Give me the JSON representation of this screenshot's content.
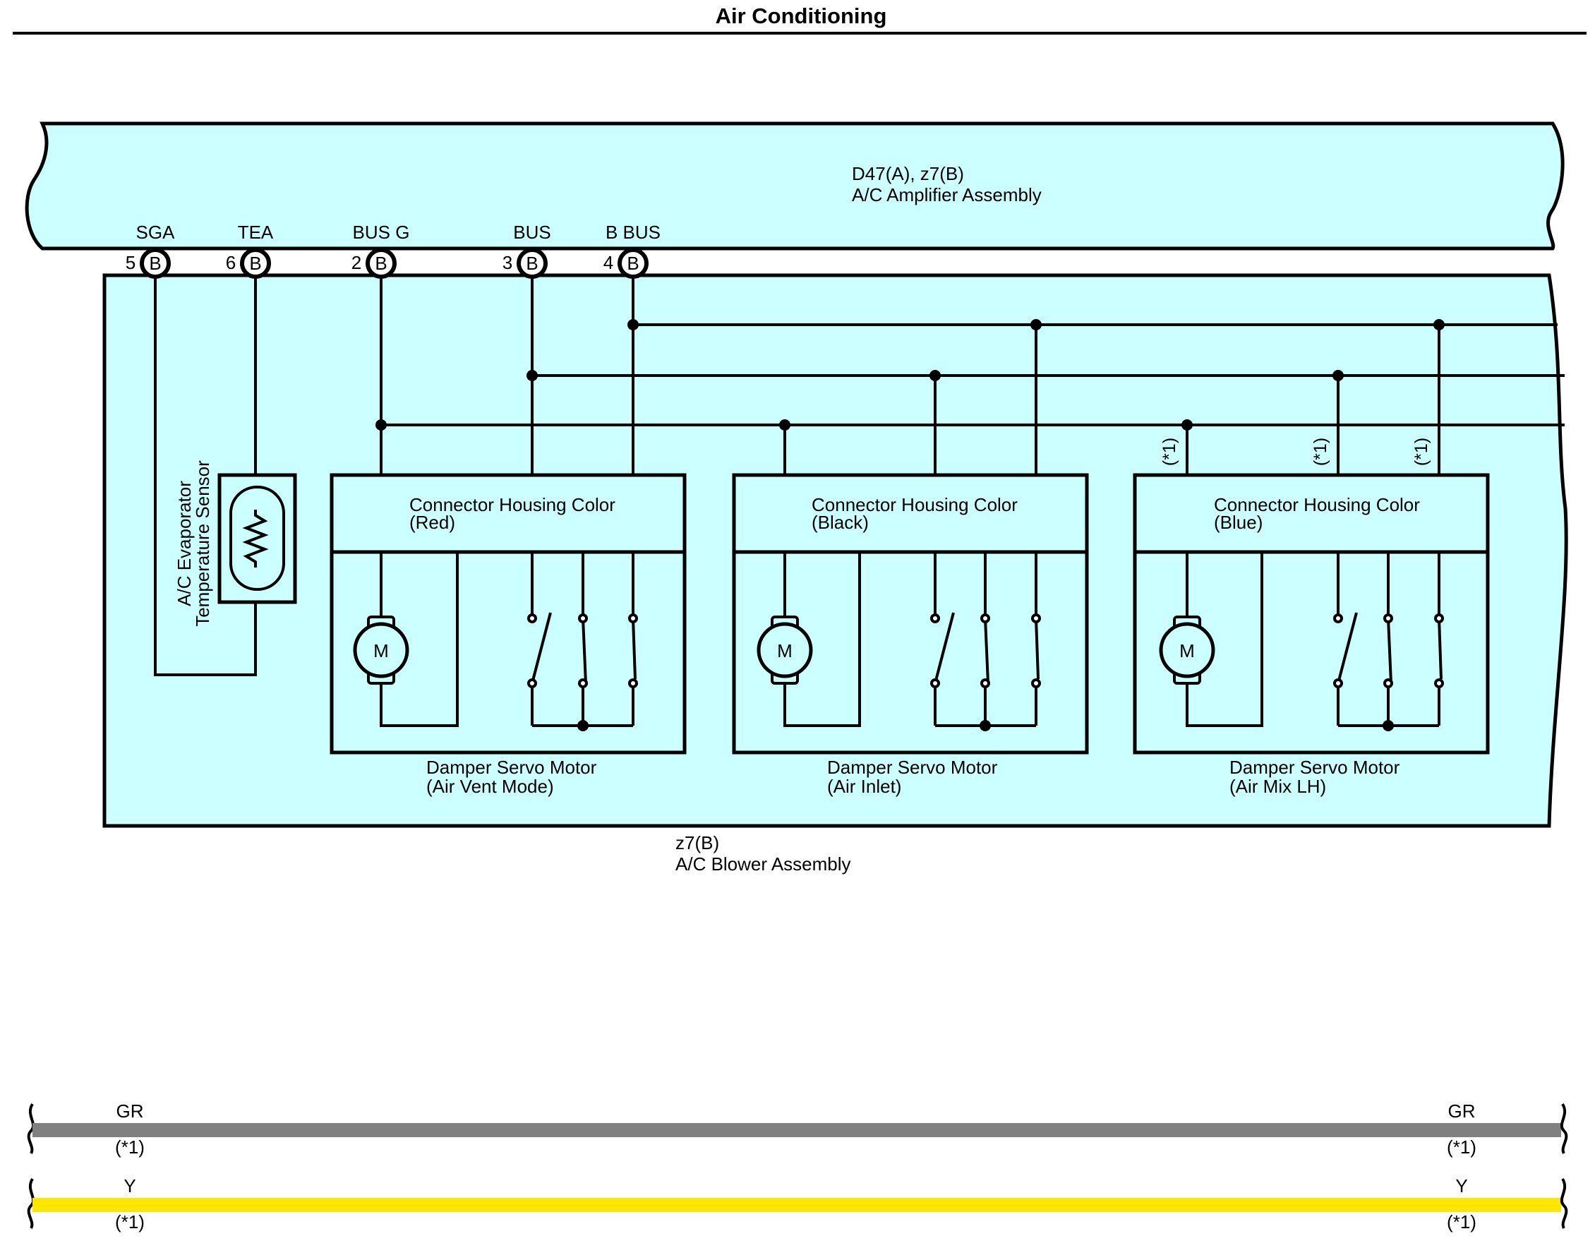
{
  "page_title": "Air Conditioning",
  "amplifier": {
    "connectors": "D47(A), z7(B)",
    "name": "A/C Amplifier Assembly"
  },
  "terminals": [
    {
      "name": "SGA",
      "pin": "5",
      "conn": "B"
    },
    {
      "name": "TEA",
      "pin": "6",
      "conn": "B"
    },
    {
      "name": "BUS G",
      "pin": "2",
      "conn": "B"
    },
    {
      "name": "BUS",
      "pin": "3",
      "conn": "B"
    },
    {
      "name": "B BUS",
      "pin": "4",
      "conn": "B"
    }
  ],
  "sensor": {
    "line1": "A/C Evaporator",
    "line2": "Temperature Sensor"
  },
  "servos": [
    {
      "housing_line1": "Connector Housing Color",
      "housing_line2": "(Red)",
      "name_line1": "Damper Servo Motor",
      "name_line2": "(Air Vent Mode)",
      "motor": "M"
    },
    {
      "housing_line1": "Connector Housing Color",
      "housing_line2": "(Black)",
      "name_line1": "Damper Servo Motor",
      "name_line2": "(Air Inlet)",
      "motor": "M"
    },
    {
      "housing_line1": "Connector Housing Color",
      "housing_line2": "(Blue)",
      "name_line1": "Damper Servo Motor",
      "name_line2": "(Air Mix LH)",
      "motor": "M"
    }
  ],
  "note_marker": "(*1)",
  "blower": {
    "connector": "z7(B)",
    "name": "A/C Blower Assembly"
  },
  "legend_wires": [
    {
      "code": "GR",
      "note": "(*1)",
      "color": "#808080"
    },
    {
      "code": "Y",
      "note": "(*1)",
      "color": "#ffe600"
    }
  ],
  "colors": {
    "component_fill": "#ccffff",
    "line": "#000000"
  }
}
